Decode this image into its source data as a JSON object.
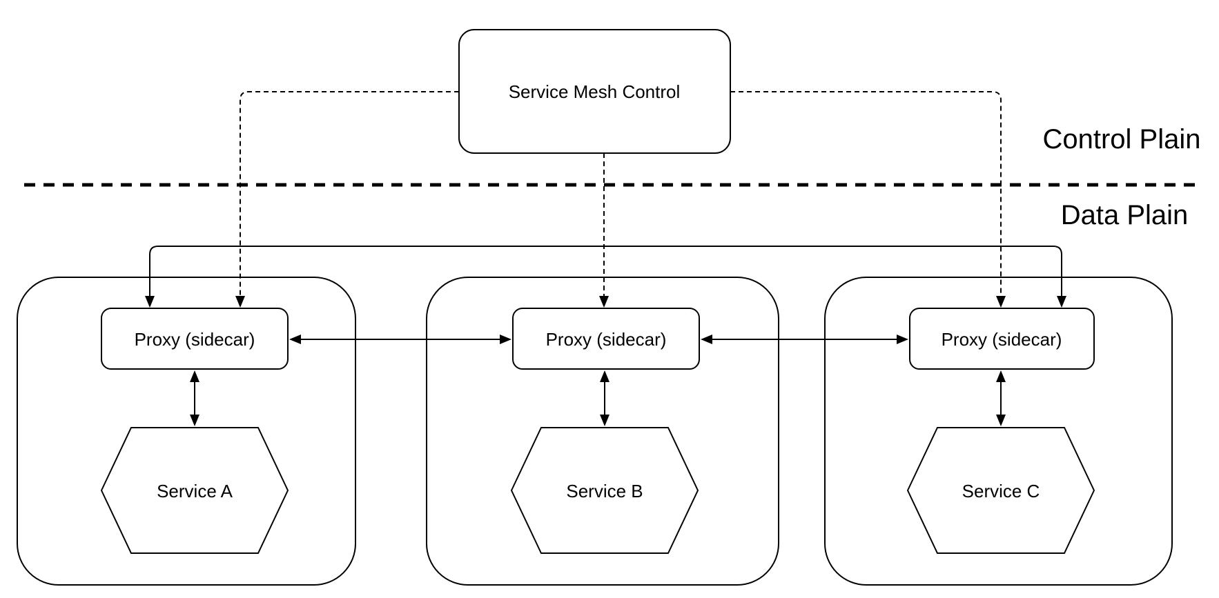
{
  "diagram": {
    "control_box": {
      "label": "Service Mesh Control"
    },
    "plane_labels": {
      "control": "Control Plain",
      "data": "Data Plain"
    },
    "pods": [
      {
        "proxy": "Proxy (sidecar)",
        "service": "Service A"
      },
      {
        "proxy": "Proxy (sidecar)",
        "service": "Service B"
      },
      {
        "proxy": "Proxy (sidecar)",
        "service": "Service C"
      }
    ],
    "colors": {
      "stroke": "#000000",
      "background": "#ffffff"
    },
    "edges": [
      {
        "from": "Service Mesh Control",
        "to": "Proxy (sidecar) in Pod A",
        "style": "dashed",
        "direction": "one-way"
      },
      {
        "from": "Service Mesh Control",
        "to": "Proxy (sidecar) in Pod B",
        "style": "dashed",
        "direction": "one-way"
      },
      {
        "from": "Service Mesh Control",
        "to": "Proxy (sidecar) in Pod C",
        "style": "dashed",
        "direction": "one-way"
      },
      {
        "from": "Proxy (sidecar) in Pod A",
        "to": "Proxy (sidecar) in Pod C",
        "style": "solid",
        "direction": "two-way"
      },
      {
        "from": "Proxy (sidecar) in Pod A",
        "to": "Proxy (sidecar) in Pod B",
        "style": "solid",
        "direction": "two-way"
      },
      {
        "from": "Proxy (sidecar) in Pod B",
        "to": "Proxy (sidecar) in Pod C",
        "style": "solid",
        "direction": "two-way"
      },
      {
        "from": "Proxy (sidecar) in Pod A",
        "to": "Service A",
        "style": "solid",
        "direction": "two-way"
      },
      {
        "from": "Proxy (sidecar) in Pod B",
        "to": "Service B",
        "style": "solid",
        "direction": "two-way"
      },
      {
        "from": "Proxy (sidecar) in Pod C",
        "to": "Service C",
        "style": "solid",
        "direction": "two-way"
      }
    ]
  }
}
